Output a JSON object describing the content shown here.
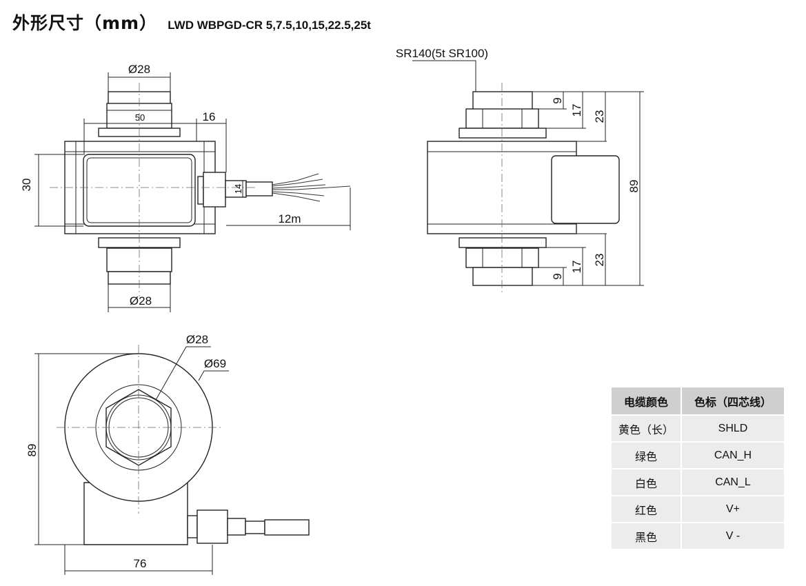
{
  "title": {
    "main": "外形尺寸（mm）",
    "model": "LWD WBPGD-CR 5,7.5,10,15,22.5,25t"
  },
  "front_view": {
    "top_dia": "Ø28",
    "width_50": "50",
    "offset_16": "16",
    "height_30": "30",
    "conn_14": "14",
    "cable_12m": "12m",
    "bottom_dia": "Ø28"
  },
  "side_view": {
    "sr": "SR140(5t SR100)",
    "d9_top": "9",
    "d17_top": "17",
    "d23_top": "23",
    "d89": "89",
    "d23_bot": "23",
    "d17_bot": "17",
    "d9_bot": "9"
  },
  "top_view": {
    "inner_dia": "Ø28",
    "outer_dia": "Ø69",
    "height_89": "89",
    "width_76": "76"
  },
  "cable_table": {
    "header": [
      "电缆颜色",
      "色标（四芯线）"
    ],
    "rows": [
      {
        "color": "黄色（长）",
        "signal": "SHLD"
      },
      {
        "color": "绿色",
        "signal": "CAN_H"
      },
      {
        "color": "白色",
        "signal": "CAN_L"
      },
      {
        "color": "红色",
        "signal": "V+"
      },
      {
        "color": "黑色",
        "signal": "V -"
      }
    ]
  }
}
